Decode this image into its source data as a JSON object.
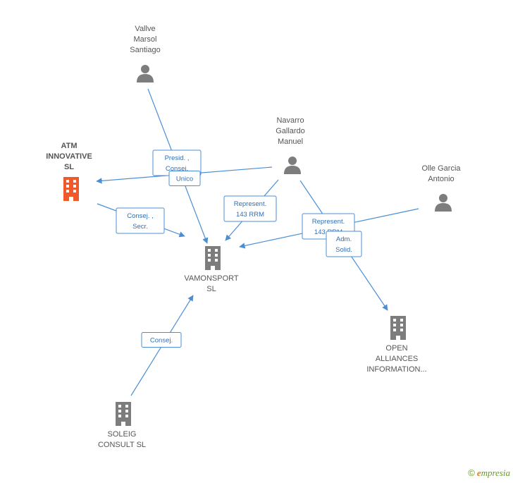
{
  "colors": {
    "edge": "#4a8fd6",
    "node": "#7d7d7d",
    "highlight": "#f0592a",
    "label": "#555555"
  },
  "nodes": [
    {
      "id": "valive",
      "kind": "person",
      "icon": "person-icon",
      "lines": [
        "Vallve",
        "Marsol",
        "Santiago"
      ]
    },
    {
      "id": "navarro",
      "kind": "person",
      "icon": "person-icon",
      "lines": [
        "Navarro",
        "Gallardo",
        "Manuel"
      ]
    },
    {
      "id": "olle",
      "kind": "person",
      "icon": "person-icon",
      "lines": [
        "Olle Garcia",
        "Antonio"
      ]
    },
    {
      "id": "atm",
      "kind": "company",
      "highlight": true,
      "icon": "building-icon",
      "lines": [
        "ATM",
        "INNOVATIVE",
        "SL"
      ]
    },
    {
      "id": "vamonsport",
      "kind": "company",
      "icon": "building-icon",
      "lines": [
        "VAMONSPORT",
        "SL"
      ]
    },
    {
      "id": "open",
      "kind": "company",
      "icon": "building-icon",
      "lines": [
        "OPEN",
        "ALLIANCES",
        "INFORMATION..."
      ]
    },
    {
      "id": "soleig",
      "kind": "company",
      "icon": "building-icon",
      "lines": [
        "SOLEIG",
        "CONSULT SL"
      ]
    }
  ],
  "edges": [
    {
      "from": "valive",
      "to": "vamonsport",
      "label": [
        "Presid. ,",
        "Consej."
      ]
    },
    {
      "from": "navarro",
      "to": "atm",
      "label": [
        "Unico"
      ]
    },
    {
      "from": "atm",
      "to": "vamonsport",
      "label": [
        "Consej. ,",
        "Secr."
      ]
    },
    {
      "from": "navarro",
      "to": "vamonsport",
      "label": [
        "Represent.",
        "143 RRM"
      ]
    },
    {
      "from": "olle",
      "to": "vamonsport",
      "label": [
        "Represent.",
        "143 RRM"
      ]
    },
    {
      "from": "navarro",
      "to": "open",
      "label": [
        "Adm.",
        "Solid."
      ]
    },
    {
      "from": "soleig",
      "to": "vamonsport",
      "label": [
        "Consej."
      ]
    }
  ],
  "footer": {
    "copyright": "©",
    "brand_initial": "e",
    "brand_rest": "mpresia"
  }
}
